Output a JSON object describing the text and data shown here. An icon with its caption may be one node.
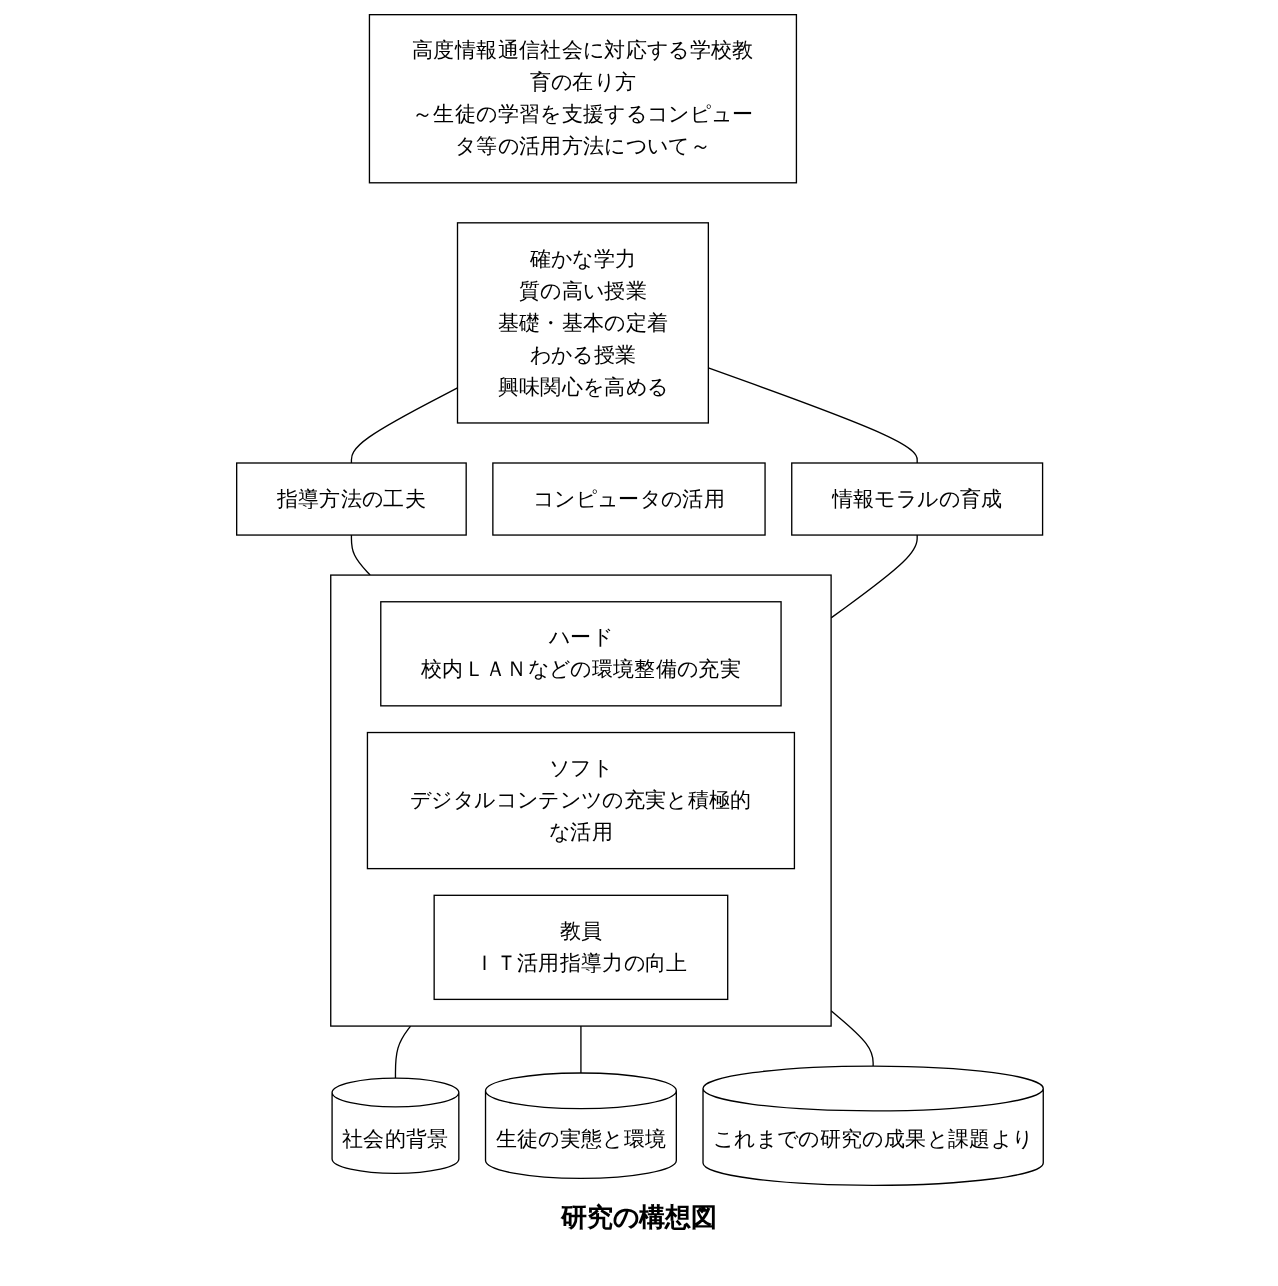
{
  "diagram": {
    "caption": "研究の構想図",
    "nodes": [
      {
        "text": [
          "高度情報通信社会に対応する学校教育の在り方",
          "～生徒の学習を支援するコンピュータ等の活用方法について～"
        ]
      },
      {
        "text": [
          "確かな学力",
          "質の高い授業",
          "基礎・基本の定着",
          "わかる授業",
          "興味関心を高める"
        ]
      },
      {
        "text": [
          "指導方法の工夫"
        ]
      },
      {
        "text": [
          "コンピュータの活用"
        ]
      },
      {
        "text": [
          "情報モラルの育成"
        ]
      },
      {
        "text": [],
        "shape": "box"
      },
      {
        "text": [
          "ハード",
          "校内ＬＡＮなどの環境整備の充実"
        ],
        "in": 5
      },
      {
        "text": [
          "ソフト",
          "デジタルコンテンツの充実と積極的な活用"
        ],
        "in": 5
      },
      {
        "text": [
          "教員",
          "ＩＴ活用指導力の向上"
        ],
        "in": 5
      },
      {
        "text": [
          "社会的背景"
        ]
      },
      {
        "text": [
          "生徒の実態と環境"
        ]
      },
      {
        "text": [
          "これまでの研究の成果と課題より"
        ]
      }
    ],
    "edges": [
      {
        "from": 1,
        "to": 2,
        "arrow": "none"
      },
      {
        "from": 1,
        "to": 4,
        "arrow": "none"
      },
      {
        "from": 2,
        "to": 5,
        "arrow": "none"
      },
      {
        "from": 4,
        "to": 5,
        "arrow": "none"
      },
      {
        "from": 5,
        "to": 9,
        "arrow": "none"
      },
      {
        "from": 5,
        "to": 10,
        "arrow": "none"
      },
      {
        "from": 5,
        "to": 11,
        "arrow": "none"
      }
    ]
  }
}
